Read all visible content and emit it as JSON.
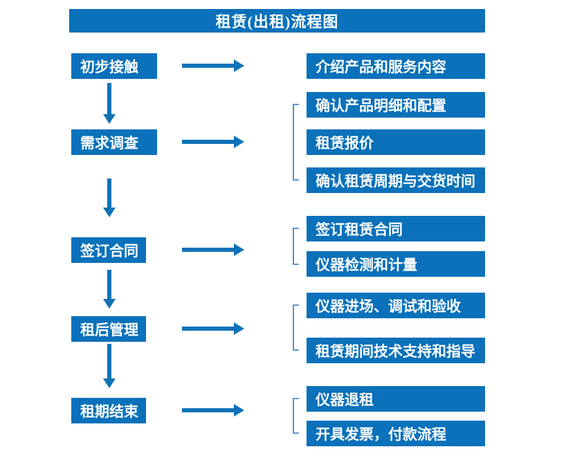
{
  "title": "租赁(出租)流程图",
  "colors": {
    "box_blue": "#0a71ba",
    "arrow_blue": "#0f72b8",
    "bracket_blue": "#2e75b6",
    "text_white": "#ffffff"
  },
  "stages": [
    {
      "label": "初步接触",
      "details": [
        "介绍产品和服务内容"
      ]
    },
    {
      "label": "需求调查",
      "details": [
        "确认产品明细和配置",
        "租赁报价",
        "确认租赁周期与交货时间"
      ]
    },
    {
      "label": "签订合同",
      "details": [
        "签订租赁合同",
        "仪器检测和计量"
      ]
    },
    {
      "label": "租后管理",
      "details": [
        "仪器进场、调试和验收",
        "租赁期间技术支持和指导"
      ]
    },
    {
      "label": "租期结束",
      "details": [
        "仪器退租",
        "开具发票，付款流程"
      ]
    }
  ]
}
